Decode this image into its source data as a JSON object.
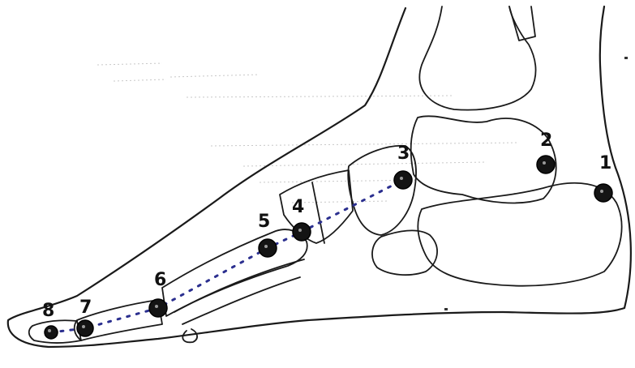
{
  "points": [
    {
      "label": "1"
    },
    {
      "label": "2"
    },
    {
      "label": "3"
    },
    {
      "label": "4"
    },
    {
      "label": "5"
    },
    {
      "label": "6"
    },
    {
      "label": "7"
    },
    {
      "label": "8"
    }
  ],
  "colors": {
    "ink": "#1a1a1a",
    "dotted_line": "#2b2f8f",
    "background": "#ffffff"
  }
}
